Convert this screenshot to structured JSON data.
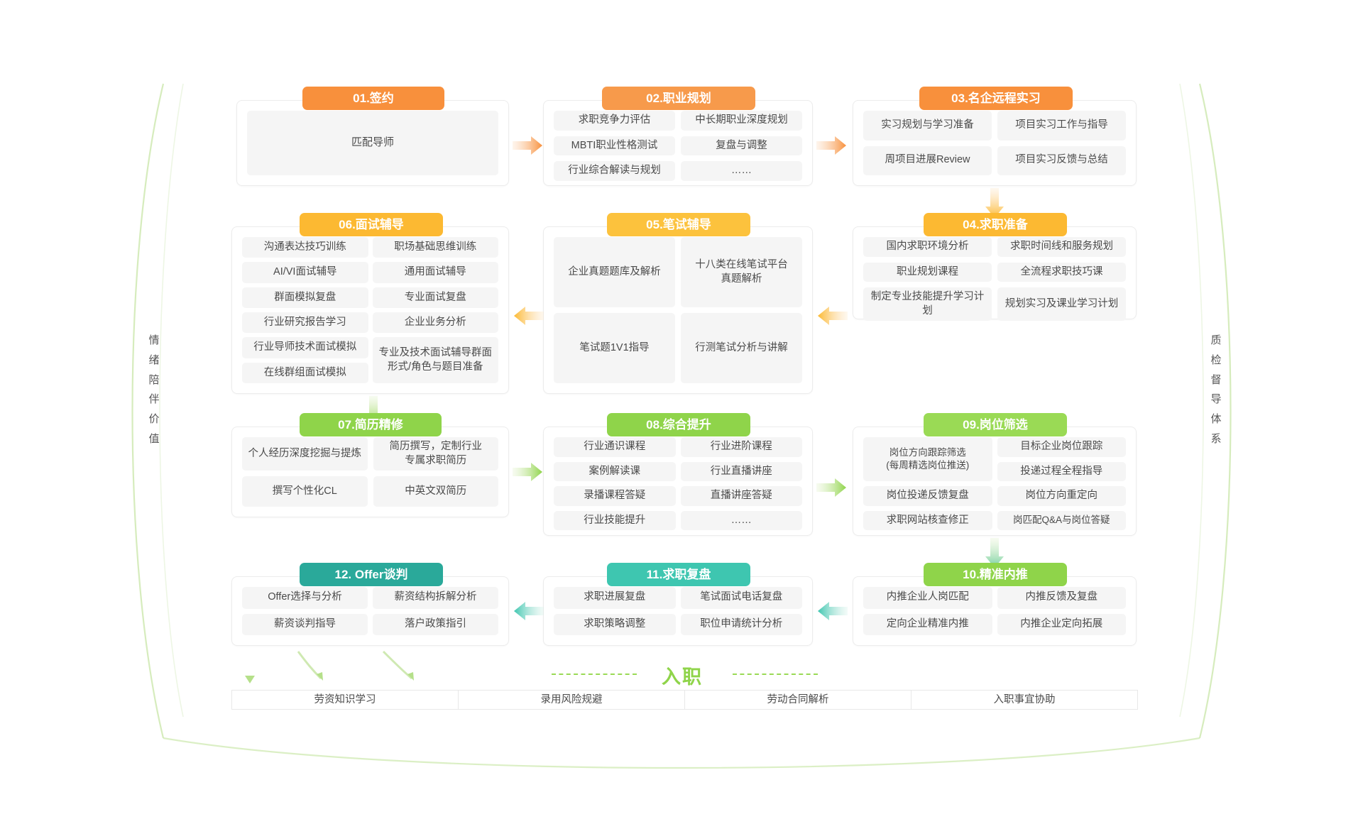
{
  "side_labels": {
    "left": [
      "情",
      "绪",
      "陪",
      "伴",
      "价",
      "值"
    ],
    "right": [
      "质",
      "检",
      "督",
      "导",
      "体",
      "系"
    ]
  },
  "steps": [
    {
      "id": "step-01",
      "number_title": "01.签约",
      "color": "#f8903c",
      "items": [
        "匹配导师"
      ]
    },
    {
      "id": "step-02",
      "number_title": "02.职业规划",
      "color": "#f79a4b",
      "items": [
        "求职竞争力评估",
        "中长期职业深度规划",
        "MBTI职业性格测试",
        "复盘与调整",
        "行业综合解读与规划",
        "……"
      ]
    },
    {
      "id": "step-03",
      "number_title": "03.名企远程实习",
      "color": "#f8903c",
      "items": [
        "实习规划与学习准备",
        "项目实习工作与指导",
        "周项目进展Review",
        "项目实习反馈与总结"
      ]
    },
    {
      "id": "step-04",
      "number_title": "04.求职准备",
      "color": "#fcb932",
      "items": [
        "国内求职环境分析",
        "求职时间线和服务规划",
        "职业规划课程",
        "全流程求职技巧课",
        "制定专业技能提升学习计划",
        "规划实习及课业学习计划"
      ]
    },
    {
      "id": "step-05",
      "number_title": "05.笔试辅导",
      "color": "#fcc23d",
      "items": [
        "企业真题题库及解析",
        "十八类在线笔试平台\n真题解析",
        "笔试题1V1指导",
        "行测笔试分析与讲解"
      ]
    },
    {
      "id": "step-06",
      "number_title": "06.面试辅导",
      "color": "#fcb932",
      "items": [
        "沟通表达技巧训练",
        "职场基础思维训练",
        "AI/VI面试辅导",
        "通用面试辅导",
        "群面模拟复盘",
        "专业面试复盘",
        "行业研究报告学习",
        "企业业务分析",
        "行业导师技术面试模拟",
        "专业及技术面试辅导群面\n形式/角色与题目准备",
        "在线群组面试模拟"
      ]
    },
    {
      "id": "step-07",
      "number_title": "07.简历精修",
      "color": "#8fd44a",
      "items": [
        "个人经历深度挖掘与提炼",
        "简历撰写，定制行业\n专属求职简历",
        "撰写个性化CL",
        "中英文双简历"
      ]
    },
    {
      "id": "step-08",
      "number_title": "08.综合提升",
      "color": "#8fd44a",
      "items": [
        "行业通识课程",
        "行业进阶课程",
        "案例解读课",
        "行业直播讲座",
        "录播课程答疑",
        "直播讲座答疑",
        "行业技能提升",
        "……"
      ]
    },
    {
      "id": "step-09",
      "number_title": "09.岗位筛选",
      "color": "#8fd44a",
      "items": [
        "岗位方向跟踪筛选\n(每周精选岗位推送)",
        "目标企业岗位跟踪",
        "投递过程全程指导",
        "岗位投递反馈复盘",
        "岗位方向重定向",
        "求职网站核查修正",
        "岗匹配Q&A与岗位答疑"
      ]
    },
    {
      "id": "step-10",
      "number_title": "10.精准内推",
      "color": "#8fd44a",
      "items": [
        "内推企业人岗匹配",
        "内推反馈及复盘",
        "定向企业精准内推",
        "内推企业定向拓展"
      ]
    },
    {
      "id": "step-11",
      "number_title": "11.求职复盘",
      "color": "#3ec6b0",
      "items": [
        "求职进展复盘",
        "笔试面试电话复盘",
        "求职策略调整",
        "职位申请统计分析"
      ]
    },
    {
      "id": "step-12",
      "number_title": "12. Offer谈判",
      "color": "#2aa99a",
      "items": [
        "Offer选择与分析",
        "薪资结构拆解分析",
        "薪资谈判指导",
        "落户政策指引"
      ]
    }
  ],
  "bottom": {
    "label": "入职",
    "cells": [
      "劳资知识学习",
      "录用风险规避",
      "劳动合同解析",
      "入职事宜协助"
    ]
  }
}
